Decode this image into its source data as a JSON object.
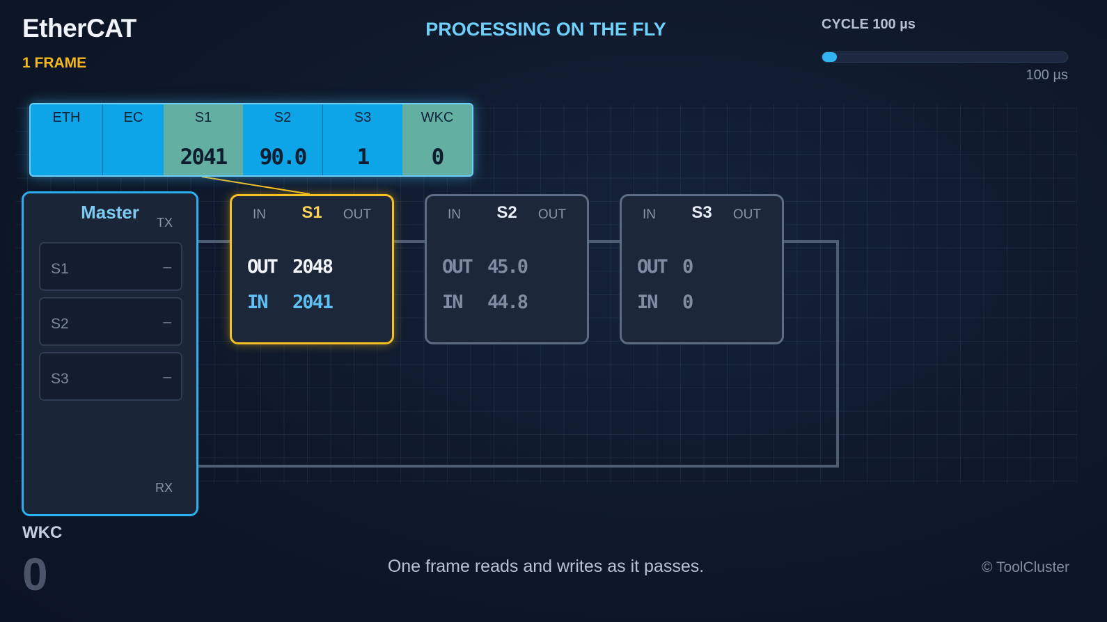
{
  "header": {
    "title": "EtherCAT",
    "frame_count": "1 FRAME",
    "mode": "PROCESSING ON THE FLY",
    "cycle_label": "CYCLE 100 µs",
    "cycle_value": "100 µs",
    "cycle_progress": 0.06
  },
  "frame": {
    "cells": [
      {
        "label": "ETH",
        "value": ""
      },
      {
        "label": "EC",
        "value": ""
      },
      {
        "label": "S1",
        "value": "2041"
      },
      {
        "label": "S2",
        "value": "90.0"
      },
      {
        "label": "S3",
        "value": "1"
      },
      {
        "label": "WKC",
        "value": "0"
      }
    ]
  },
  "master": {
    "title": "Master",
    "tx": "TX",
    "rx": "RX",
    "slots": [
      {
        "name": "S1",
        "value": "–"
      },
      {
        "name": "S2",
        "value": "–"
      },
      {
        "name": "S3",
        "value": "–"
      }
    ]
  },
  "slaves": [
    {
      "name": "S1",
      "in_label": "IN",
      "out_label": "OUT",
      "out_key": "OUT",
      "out_value": "2048",
      "in_key": "IN",
      "in_value": "2041",
      "active": true
    },
    {
      "name": "S2",
      "in_label": "IN",
      "out_label": "OUT",
      "out_key": "OUT",
      "out_value": "45.0",
      "in_key": "IN",
      "in_value": "44.8",
      "active": false
    },
    {
      "name": "S3",
      "in_label": "IN",
      "out_label": "OUT",
      "out_key": "OUT",
      "out_value": "0",
      "in_key": "IN",
      "in_value": "0",
      "active": false
    }
  ],
  "footer": {
    "wkc_label": "WKC",
    "wkc_value": "0",
    "caption": "One frame reads and writes as it passes.",
    "credit": "© ToolCluster"
  },
  "colors": {
    "accent": "#33b4f2",
    "highlight": "#f6bf22",
    "frame_data": "#63b0a3",
    "background": "#0e1829"
  }
}
